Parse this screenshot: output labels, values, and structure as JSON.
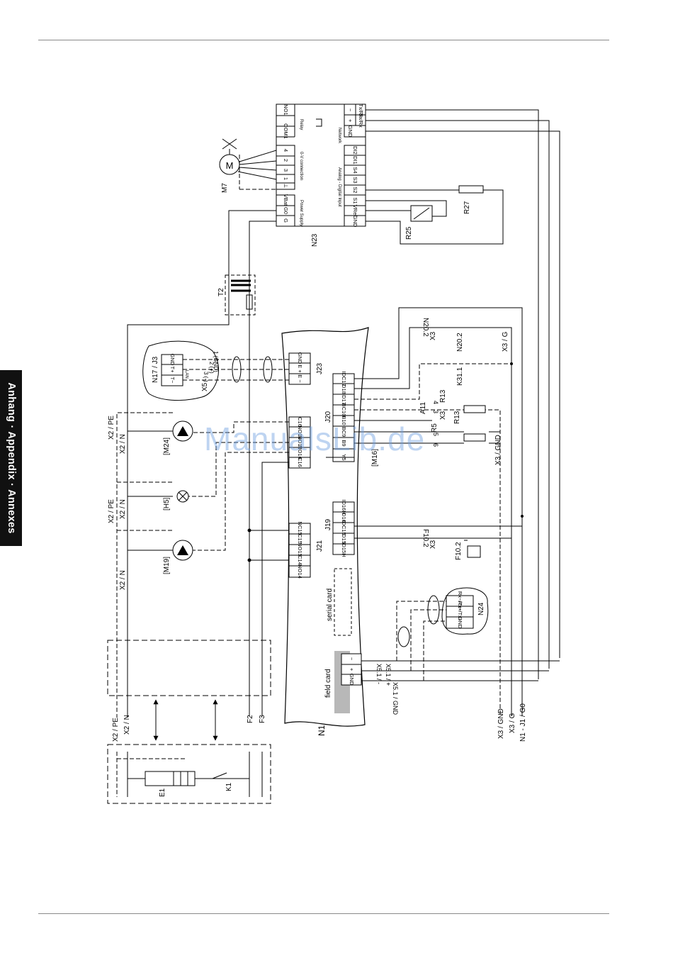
{
  "side_tab": "Anhang · Appendix · Annexes",
  "watermark": "ManualsLib.de",
  "labels": {
    "n23": "N23",
    "t2": "T2",
    "m7": "M7",
    "r25": "R25",
    "r27": "R27",
    "n17j3": "N17 / J3",
    "x5": "X5",
    "j23": "J23",
    "j20": "J20",
    "j21": "J21",
    "j19": "J19",
    "n1": "N1",
    "m24": "[M24]",
    "h5": "[H5]",
    "m19": "[M19]",
    "m16": "[M16]",
    "e1": "E1",
    "k1": "K1",
    "x2pe_1": "X2 / PE",
    "x2n_1": "X2 / N",
    "x2pe_2": "X2 / PE",
    "x2n_2": "X2 / N",
    "x2n_3": "X2 / N",
    "x2pe_b": "X2 / PE",
    "x2n_b": "X2 / N",
    "f2": "F2",
    "f3": "F3",
    "x3gnd_b": "X3 / GND",
    "x3g_b": "X3 / G",
    "n1j1g0": "N1 - J1 / G0",
    "n202a": "N20.2",
    "n202b": "N20.2",
    "x3_a": "X3",
    "x3g_a": "X3 / G",
    "k311": "K31.1",
    "a11": "A11",
    "x3_b": "X3",
    "r13a": "R13",
    "r5": "R5",
    "r13b": "R13",
    "x3gnd_a": "X3 / GND",
    "f102a": "F10.2",
    "f102b": "F10.2",
    "x3_c": "X3",
    "n24": "N24",
    "serial_card": "serial card",
    "field_card": "field card",
    "x51minus": "X5.1 / -",
    "x51plus": "X5.1 / +",
    "x51gnd": "X5.1 / GND",
    "network": "Network",
    "relay": "Relay",
    "io_label": "0-V connection",
    "power_supply": "Power Supply",
    "analog_in": "Analog - Digital Input",
    "lan": "LAN",
    "gnd1": "1 (GND)",
    "two_plus": "2 (+)",
    "three_minus": "3 (-)",
    "num_3": "3",
    "num_4": "4",
    "num_5": "5",
    "num_6": "6"
  },
  "n23_terms": {
    "top": [
      "NO1",
      "COM1"
    ],
    "io": [
      "4",
      "2",
      "3",
      "1",
      "⊥"
    ],
    "ps": [
      "VBat",
      "G0",
      "G"
    ],
    "net": [
      "−",
      "+",
      "GND"
    ],
    "net_sub": [
      "Tx/Rx",
      "Tx/Rx"
    ],
    "ai": [
      "DI2",
      "DI1",
      "S4",
      "S3",
      "S2",
      "S1",
      "VRef",
      "GND"
    ]
  },
  "n1_terms": {
    "j23": [
      "GND",
      "E +",
      "E −"
    ],
    "j20a": [
      "C16",
      "NO18",
      "NO17",
      "NO16",
      "C16"
    ],
    "j20b": [
      "IDC17",
      "ID18",
      "ID17",
      "BC10",
      "B10",
      "BC9",
      "B9",
      "Y5"
    ],
    "j21": [
      "NC15",
      "C15",
      "NO15",
      "C14",
      "NO14"
    ],
    "j19": [
      "ID16H",
      "ID16",
      "IDC15",
      "ID15",
      "ID15H"
    ],
    "n17": [
      "GND",
      "T+",
      "T−"
    ],
    "n24": [
      "Rx−/Tx−",
      "Rx+/Tx+",
      "GND"
    ],
    "field": [
      "−",
      "+",
      "GND"
    ]
  },
  "accent": "#000000",
  "watermark_color": "#6ea0e1"
}
